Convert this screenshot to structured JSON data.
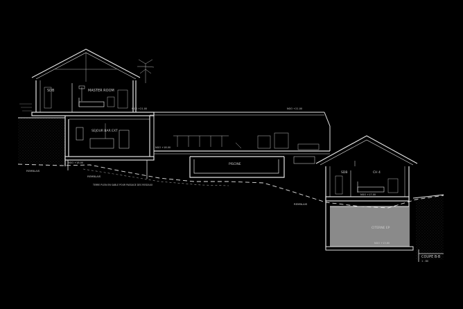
{
  "labels": {
    "sdb_left": "SDB",
    "master_room": "MASTER ROOM",
    "sejour": "SEJOUR BAR EXT",
    "piscine": "PISCINE",
    "sdb_right": "SDB",
    "ch4": "CH 4",
    "citerne": "CITERNE EP",
    "remblais_left": "REMBLAIS",
    "remblais_mid": "REMBLAIS",
    "remblais_right": "REMBLAIS",
    "terre_note": "TERRE PLEIN EN SABLE POUR PASSAGE DES RESEAUX"
  },
  "levels": {
    "upper_floor": "NGO +21.00",
    "roof_terrace": "NGO +21.00",
    "terrace_left": "NGO +18.00",
    "bar_ext": "NGO +18.00",
    "ch4_floor": "NGO +17.00",
    "cistern_floor": "NGO +13.60"
  },
  "title_block": {
    "title": "COUPE B-B",
    "scale": "1 : 80"
  },
  "colors": {
    "background": "#000000",
    "line": "#e6e6e6",
    "cistern_fill": "#8a8a8a",
    "text": "#cfcfcf"
  }
}
